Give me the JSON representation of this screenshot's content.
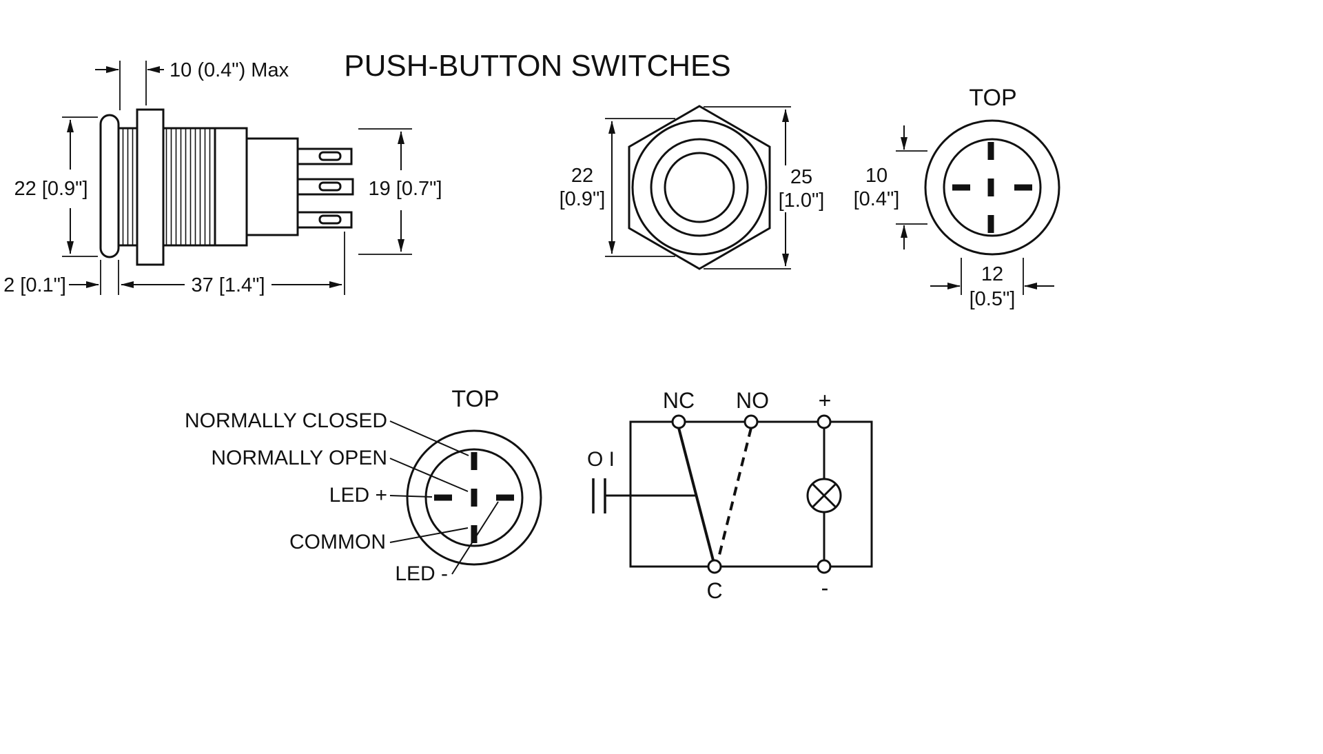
{
  "title": "PUSH-BUTTON SWITCHES",
  "side_view": {
    "dim_panel_max": "10 (0.4\") Max",
    "dim_height": "22 [0.9\"]",
    "dim_flange": "2 [0.1\"]",
    "dim_length": "37 [1.4\"]",
    "dim_rear_height": "19 [0.7\"]"
  },
  "front_view": {
    "dim_flats_val": "22",
    "dim_flats_in": "[0.9\"]",
    "dim_corners_val": "25",
    "dim_corners_in": "[1.0\"]"
  },
  "top_view": {
    "label": "TOP",
    "dim_vertical_val": "10",
    "dim_vertical_in": "[0.4\"]",
    "dim_horizontal_val": "12",
    "dim_horizontal_in": "[0.5\"]"
  },
  "pinout_view": {
    "label": "TOP",
    "pin_nc": "NORMALLY CLOSED",
    "pin_no": "NORMALLY OPEN",
    "pin_led_plus": "LED +",
    "pin_common": "COMMON",
    "pin_led_minus": "LED -"
  },
  "schematic": {
    "terminal_nc": "NC",
    "terminal_no": "NO",
    "terminal_plus": "+",
    "terminal_c": "C",
    "terminal_minus": "-",
    "actuator": "O I"
  }
}
